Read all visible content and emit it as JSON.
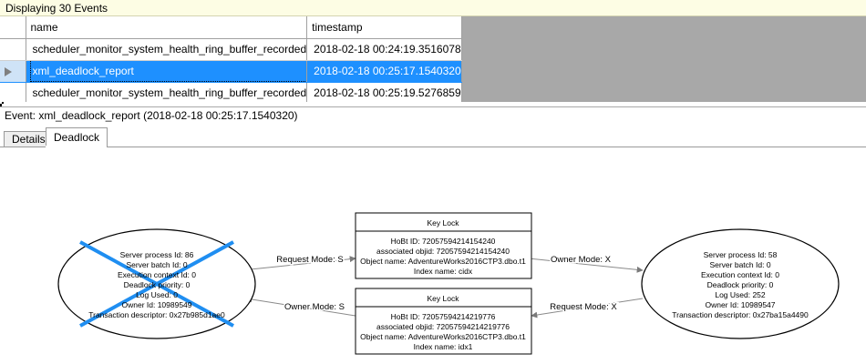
{
  "banner": {
    "text": "Displaying 30 Events"
  },
  "grid": {
    "columns": [
      "",
      "name",
      "timestamp"
    ],
    "rows": [
      {
        "marker": "",
        "name": "scheduler_monitor_system_health_ring_buffer_recorded",
        "timestamp": "2018-02-18 00:24:19.3516078",
        "selected": false
      },
      {
        "marker": "▶",
        "name": "xml_deadlock_report",
        "timestamp": "2018-02-18 00:25:17.1540320",
        "selected": true
      },
      {
        "marker": "",
        "name": "scheduler_monitor_system_health_ring_buffer_recorded",
        "timestamp": "2018-02-18 00:25:19.5276859",
        "selected": false
      }
    ]
  },
  "event_header": {
    "text": "Event: xml_deadlock_report (2018-02-18 00:25:17.1540320)"
  },
  "tabs": {
    "items": [
      {
        "label": "Details",
        "active": false
      },
      {
        "label": "Deadlock",
        "active": true
      }
    ]
  },
  "deadlock_graph": {
    "victim_process": {
      "lines": [
        "Server process Id: 86",
        "Server batch Id: 0",
        "Execution context Id: 0",
        "Deadlock priority: 0",
        "Log Used: 0",
        "Owner Id: 10989549",
        "Transaction descriptor: 0x27b985d1ae0"
      ],
      "is_victim": true,
      "victim_cross_color": "#1f8ef1"
    },
    "surviving_process": {
      "lines": [
        "Server process Id: 58",
        "Server batch Id: 0",
        "Execution context Id: 0",
        "Deadlock priority: 0",
        "Log Used: 252",
        "Owner Id: 10989547",
        "Transaction descriptor: 0x27ba15a4490"
      ],
      "is_victim": false
    },
    "resource_top": {
      "title": "Key Lock",
      "lines": [
        "HoBt ID: 72057594214154240",
        "associated objid: 72057594214154240",
        "Object name: AdventureWorks2016CTP3.dbo.t1",
        "Index name: cidx"
      ]
    },
    "resource_bottom": {
      "title": "Key Lock",
      "lines": [
        "HoBt ID: 72057594214219776",
        "associated objid: 72057594214219776",
        "Object name: AdventureWorks2016CTP3.dbo.t1",
        "Index name: idx1"
      ]
    },
    "edges": [
      {
        "label": "Request Mode: S",
        "from": "victim_process",
        "to": "resource_top"
      },
      {
        "label": "Owner Mode: X",
        "from": "resource_top",
        "to": "surviving_process"
      },
      {
        "label": "Owner Mode: S",
        "from": "resource_bottom",
        "to": "victim_process"
      },
      {
        "label": "Request Mode: X",
        "from": "surviving_process",
        "to": "resource_bottom"
      }
    ]
  },
  "colors": {
    "banner_bg": "#fdfde4",
    "selection_blue": "#1e90ff",
    "grid_background_gray": "#a8a8a8",
    "victim_cross": "#1f8ef1"
  }
}
